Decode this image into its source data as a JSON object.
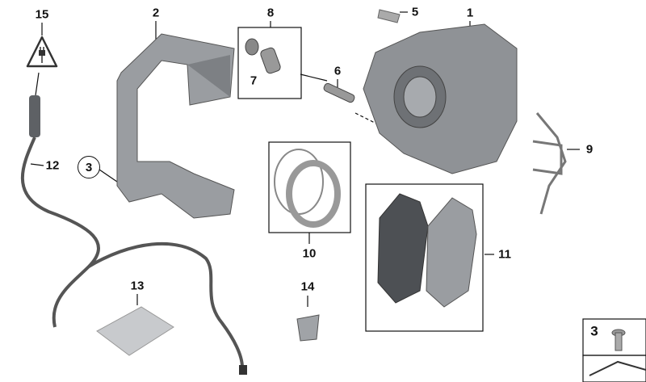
{
  "callouts": {
    "c15": "15",
    "c2": "2",
    "c8": "8",
    "c5": "5",
    "c1": "1",
    "c7": "7",
    "c6": "6",
    "c12": "12",
    "c3": "3",
    "c9": "9",
    "c10": "10",
    "c11": "11",
    "c13": "13",
    "c14": "14"
  },
  "legend": {
    "label": "3"
  },
  "icons": [
    "electrical-plug-warning-icon"
  ],
  "colors": {
    "part": "#8f9296",
    "part_dark": "#5e6165",
    "line": "#111111"
  }
}
